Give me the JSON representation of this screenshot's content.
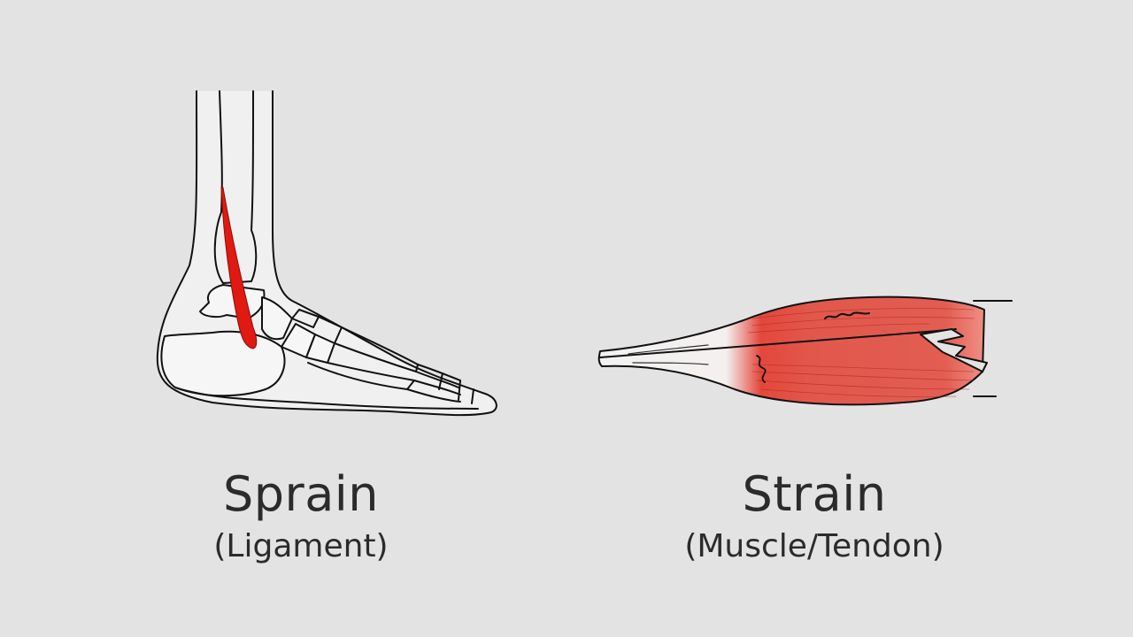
{
  "background_color": "#e3e3e3",
  "panels": [
    {
      "id": "sprain",
      "title": "Sprain",
      "subtitle": "(Ligament)",
      "illustration": "ankle-foot-skeleton-with-red-ligament",
      "highlight_color": "#e01a12"
    },
    {
      "id": "strain",
      "title": "Strain",
      "subtitle": "(Muscle/Tendon)",
      "illustration": "torn-muscle-belly-with-tendon",
      "highlight_color": "#e2574c"
    }
  ],
  "colors": {
    "outline": "#111111",
    "bone_fill": "#f1f1f1",
    "text": "#2b2b2b"
  }
}
